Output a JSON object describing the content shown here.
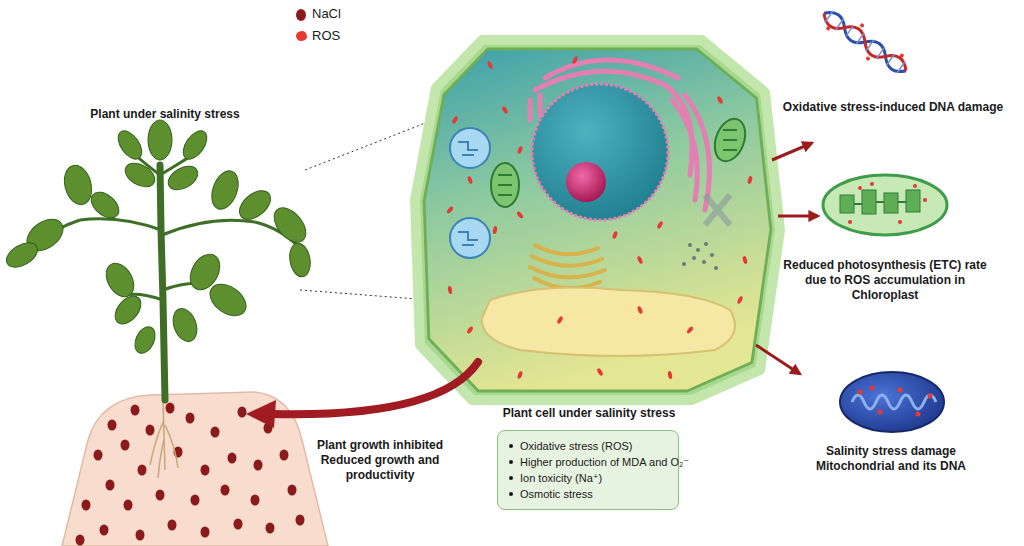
{
  "diagram": {
    "nodes": [
      {
        "text": [
          "Plant cell under salinity stress",
          "Oxidative stress (ROS)",
          "Higher production of MDA and O₂⁻",
          "Ion toxicity (Na⁺)",
          "Osmotic stress"
        ]
      }
    ],
    "labels": [
      "Plant under salinity stress",
      "Oxidative stress-induced DNA damage",
      "Reduced photosynthesis (ETC) rate due to ROS accumulation in Chloroplast",
      "Salinity stress damage Mitochondrial and its DNA",
      "Plant growth inhibited Reduced growth and productivity"
    ],
    "legend": [
      {
        "text": "NaCl",
        "color": "#8b1a1a"
      },
      {
        "text": "ROS",
        "color": "#e53935"
      }
    ]
  }
}
